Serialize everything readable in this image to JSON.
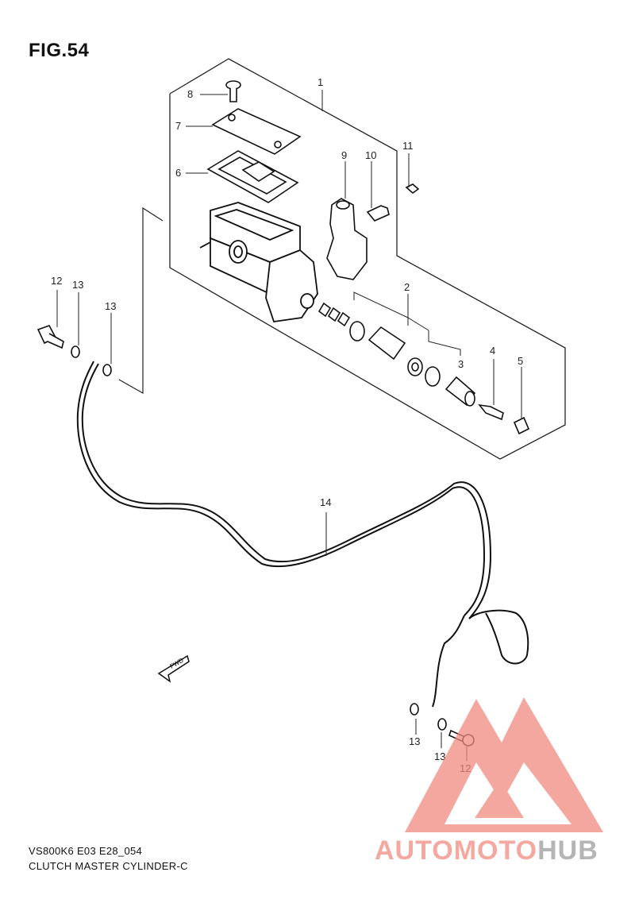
{
  "figure": {
    "title": "FIG.54"
  },
  "callouts": {
    "c1": "1",
    "c2": "2",
    "c3": "3",
    "c4": "4",
    "c5": "5",
    "c6": "6",
    "c7": "7",
    "c8": "8",
    "c9": "9",
    "c10": "10",
    "c11": "11",
    "c12a": "12",
    "c13a": "13",
    "c13b": "13",
    "c14": "14",
    "c13c": "13",
    "c13d": "13",
    "c12b": "12"
  },
  "direction_marker": {
    "label": "FWD"
  },
  "footer": {
    "code": "VS800K6 E03 E28_054",
    "caption": "CLUTCH MASTER CYLINDER-C"
  },
  "watermark": {
    "part1": "AUTO",
    "part2": "MOTO",
    "part3": "HUB",
    "accent_color": "#f08a80",
    "gray_color": "#b5b5b5"
  }
}
